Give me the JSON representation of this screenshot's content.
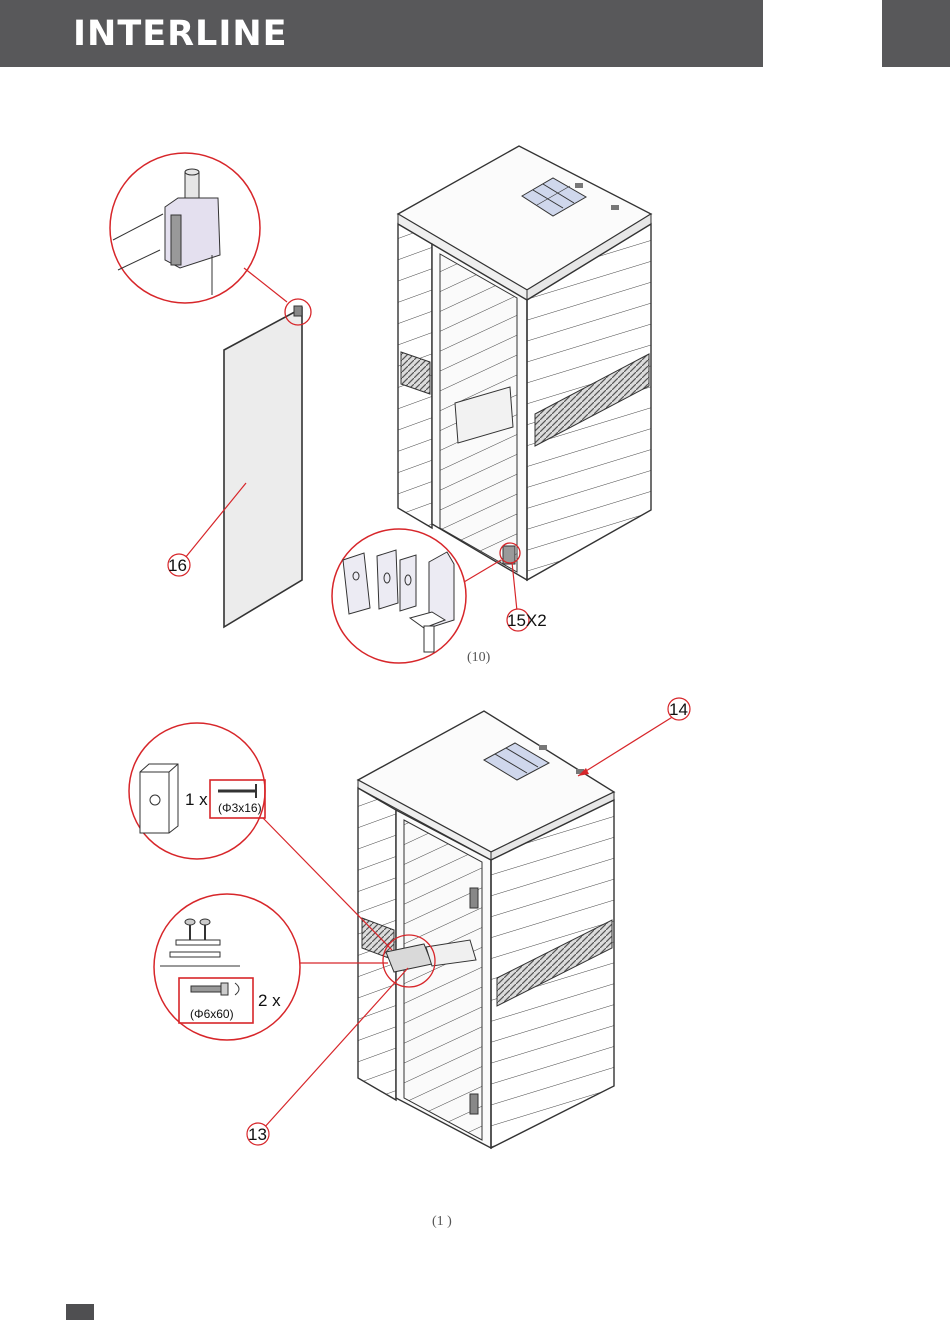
{
  "header": {
    "logo_text": "INTERLINE"
  },
  "step_a": {
    "callout_glass": "16",
    "callout_hinges": "15X2",
    "caption": "(10)"
  },
  "step_b": {
    "callout_top": "14",
    "callout_bracket": "13",
    "qty_screw": "1 x",
    "screw_spec": "(Φ3x16)",
    "qty_bolt": "2 x",
    "bolt_spec": "(Φ6x60)",
    "caption": "(1  )"
  },
  "colors": {
    "header": "#58585a",
    "callout": "#d7262a",
    "line": "#333333"
  }
}
